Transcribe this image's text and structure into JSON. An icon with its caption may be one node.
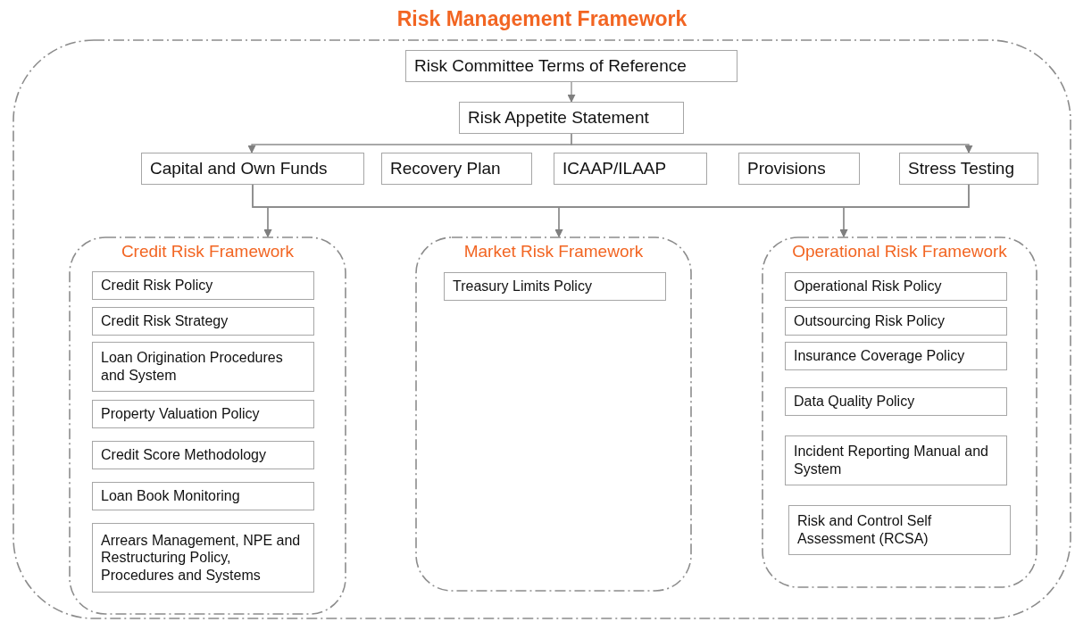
{
  "diagram": {
    "nodes": [
      {
        "text": [
          "Risk Management Framework"
        ]
      },
      {
        "text": [
          "Risk Committee Terms of Reference"
        ],
        "in": 0
      },
      {
        "text": [
          "Risk Appetite Statement"
        ],
        "in": 0
      },
      {
        "text": [
          "Capital and Own Funds"
        ],
        "in": 0
      },
      {
        "text": [
          "Recovery Plan"
        ],
        "in": 0
      },
      {
        "text": [
          "ICAAP/ILAAP"
        ],
        "in": 0
      },
      {
        "text": [
          "Provisions"
        ],
        "in": 0
      },
      {
        "text": [
          "Stress Testing"
        ],
        "in": 0
      },
      {
        "text": [
          "Credit Risk Framework"
        ],
        "in": 0
      },
      {
        "text": [
          "Credit Risk Policy"
        ],
        "in": 8
      },
      {
        "text": [
          "Credit Risk Strategy"
        ],
        "in": 8
      },
      {
        "text": [
          "Loan Origination Procedures and System"
        ],
        "in": 8
      },
      {
        "text": [
          "Property Valuation Policy"
        ],
        "in": 8
      },
      {
        "text": [
          "Credit Score Methodology"
        ],
        "in": 8
      },
      {
        "text": [
          "Loan Book Monitoring"
        ],
        "in": 8
      },
      {
        "text": [
          "Arrears Management, NPE and Restructuring Policy, Procedures and Systems"
        ],
        "in": 8
      },
      {
        "text": [
          "Market Risk Framework"
        ],
        "in": 0
      },
      {
        "text": [
          "Treasury Limits Policy"
        ],
        "in": 16
      },
      {
        "text": [
          "Operational Risk Framework"
        ],
        "in": 0
      },
      {
        "text": [
          "Operational Risk Policy"
        ],
        "in": 18
      },
      {
        "text": [
          "Outsourcing Risk Policy"
        ],
        "in": 18
      },
      {
        "text": [
          "Insurance Coverage Policy"
        ],
        "in": 18
      },
      {
        "text": [
          "Data Quality Policy"
        ],
        "in": 18
      },
      {
        "text": [
          "Incident Reporting Manual and System"
        ],
        "in": 18
      },
      {
        "text": [
          "Risk and Control Self Assessment (RCSA)"
        ],
        "in": 18
      }
    ],
    "edges": [
      {
        "from": 1,
        "to": 2,
        "arrow": "to"
      },
      {
        "from": 2,
        "to": 3,
        "arrow": "to"
      },
      {
        "from": 2,
        "to": 7,
        "arrow": "to"
      },
      {
        "from": 3,
        "to": 8,
        "arrow": "to"
      },
      {
        "from": 3,
        "to": 16,
        "arrow": "to"
      },
      {
        "from": 3,
        "to": 18,
        "arrow": "to"
      },
      {
        "from": 7,
        "to": 8,
        "arrow": "to"
      },
      {
        "from": 7,
        "to": 16,
        "arrow": "to"
      },
      {
        "from": 7,
        "to": 18,
        "arrow": "to"
      }
    ]
  }
}
